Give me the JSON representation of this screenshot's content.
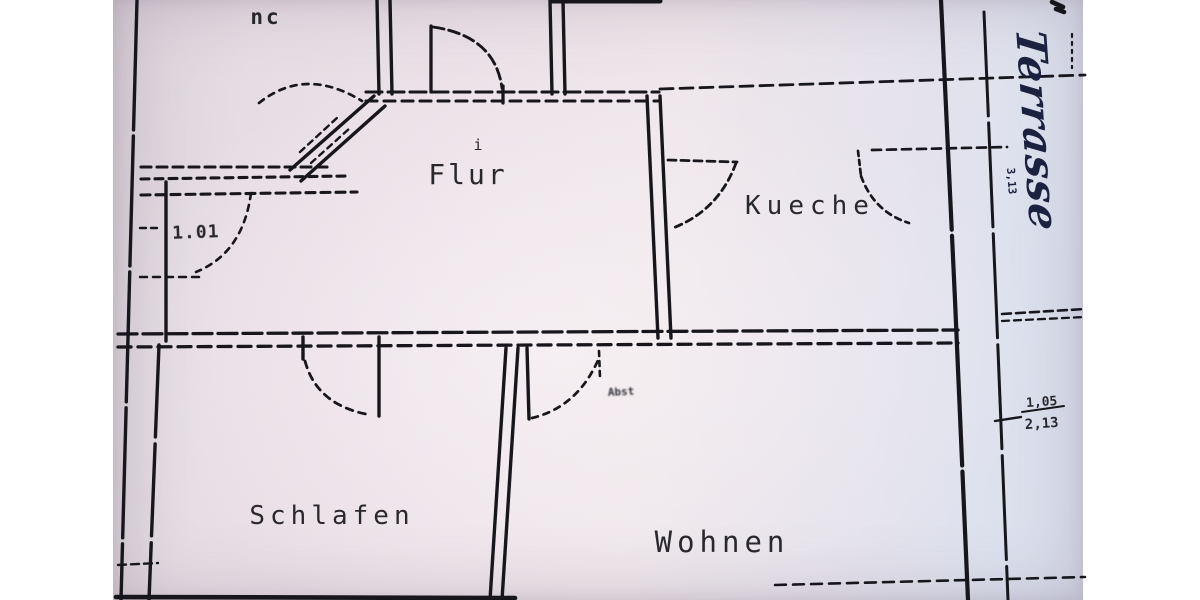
{
  "colors": {
    "page_background": "#ffffff",
    "paper_pink": "#ece3e9",
    "paper_cool_edge": "#dde1ee",
    "paper_shadow": "#d8d0d8",
    "print_ink": "#17171b",
    "handwriting_ink": "#1b2240",
    "smudge_ink": "#22222a"
  },
  "floorplan": {
    "room_labels": {
      "flur": "Flur",
      "kueche": "Kueche",
      "schlafen": "Schlafen",
      "wohnen": "Wohnen",
      "terrasse": "Terrasse"
    },
    "annotations": {
      "top_left_note": "nc",
      "flur_mark": "i",
      "wc_room_code": "1.01",
      "door_dimension_numerator": "1,05",
      "door_dimension_denominator": "2,13",
      "terrace_dimension": "3,13",
      "door_smudge_note": "Abst"
    }
  }
}
